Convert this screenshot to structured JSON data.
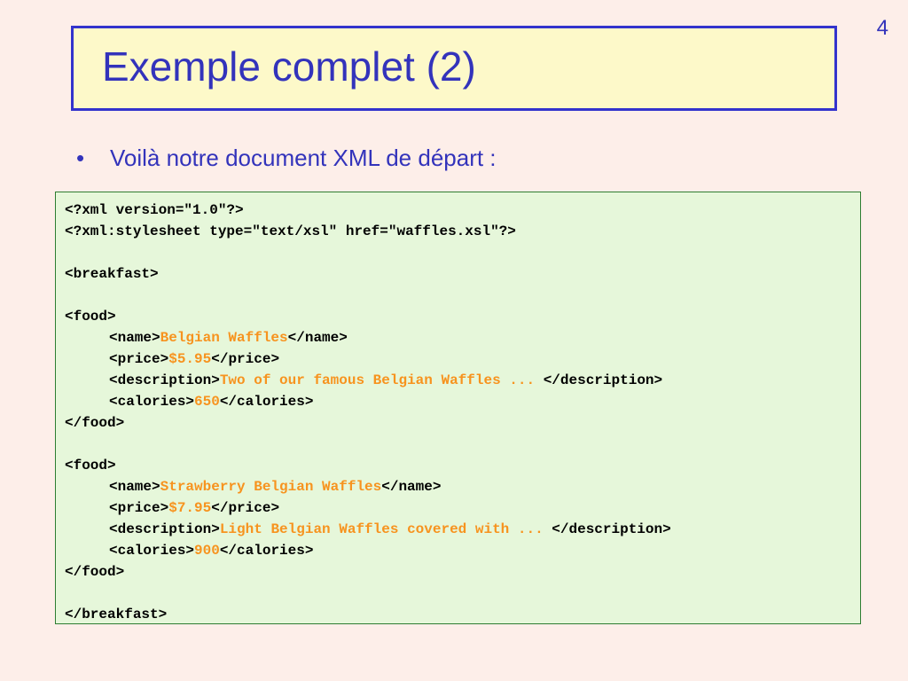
{
  "page_number": "4",
  "title": "Exemple complet (2)",
  "bullet": {
    "marker": "•",
    "text": "Voilà notre document XML de départ :"
  },
  "code": {
    "l1": "<?xml version=\"1.0\"?>",
    "l2": "<?xml:stylesheet type=\"text/xsl\" href=\"waffles.xsl\"?>",
    "l4": "<breakfast>",
    "food1": {
      "open": "<food>",
      "name_open": "<name>",
      "name_val": "Belgian Waffles",
      "name_close": "</name>",
      "price_open": "<price>",
      "price_val": "$5.95",
      "price_close": "</price>",
      "desc_open": "<description>",
      "desc_val": "Two of our famous Belgian Waffles ...",
      "desc_close": " </description>",
      "cal_open": "<calories>",
      "cal_val": "650",
      "cal_close": "</calories>",
      "close": "</food>"
    },
    "food2": {
      "open": "<food>",
      "name_open": "<name>",
      "name_val": "Strawberry Belgian Waffles",
      "name_close": "</name>",
      "price_open": "<price>",
      "price_val": "$7.95",
      "price_close": "</price>",
      "desc_open": "<description>",
      "desc_val": "Light Belgian Waffles covered with ...",
      "desc_close": " </description>",
      "cal_open": "<calories>",
      "cal_val": "900",
      "cal_close": "</calories>",
      "close": "</food>"
    },
    "end": "</breakfast>"
  },
  "colors": {
    "background": "#fdeee9",
    "title_box": "#fdf9c9",
    "accent_blue": "#3333bb",
    "code_background": "#e6f7da",
    "code_value": "#f7931e"
  }
}
